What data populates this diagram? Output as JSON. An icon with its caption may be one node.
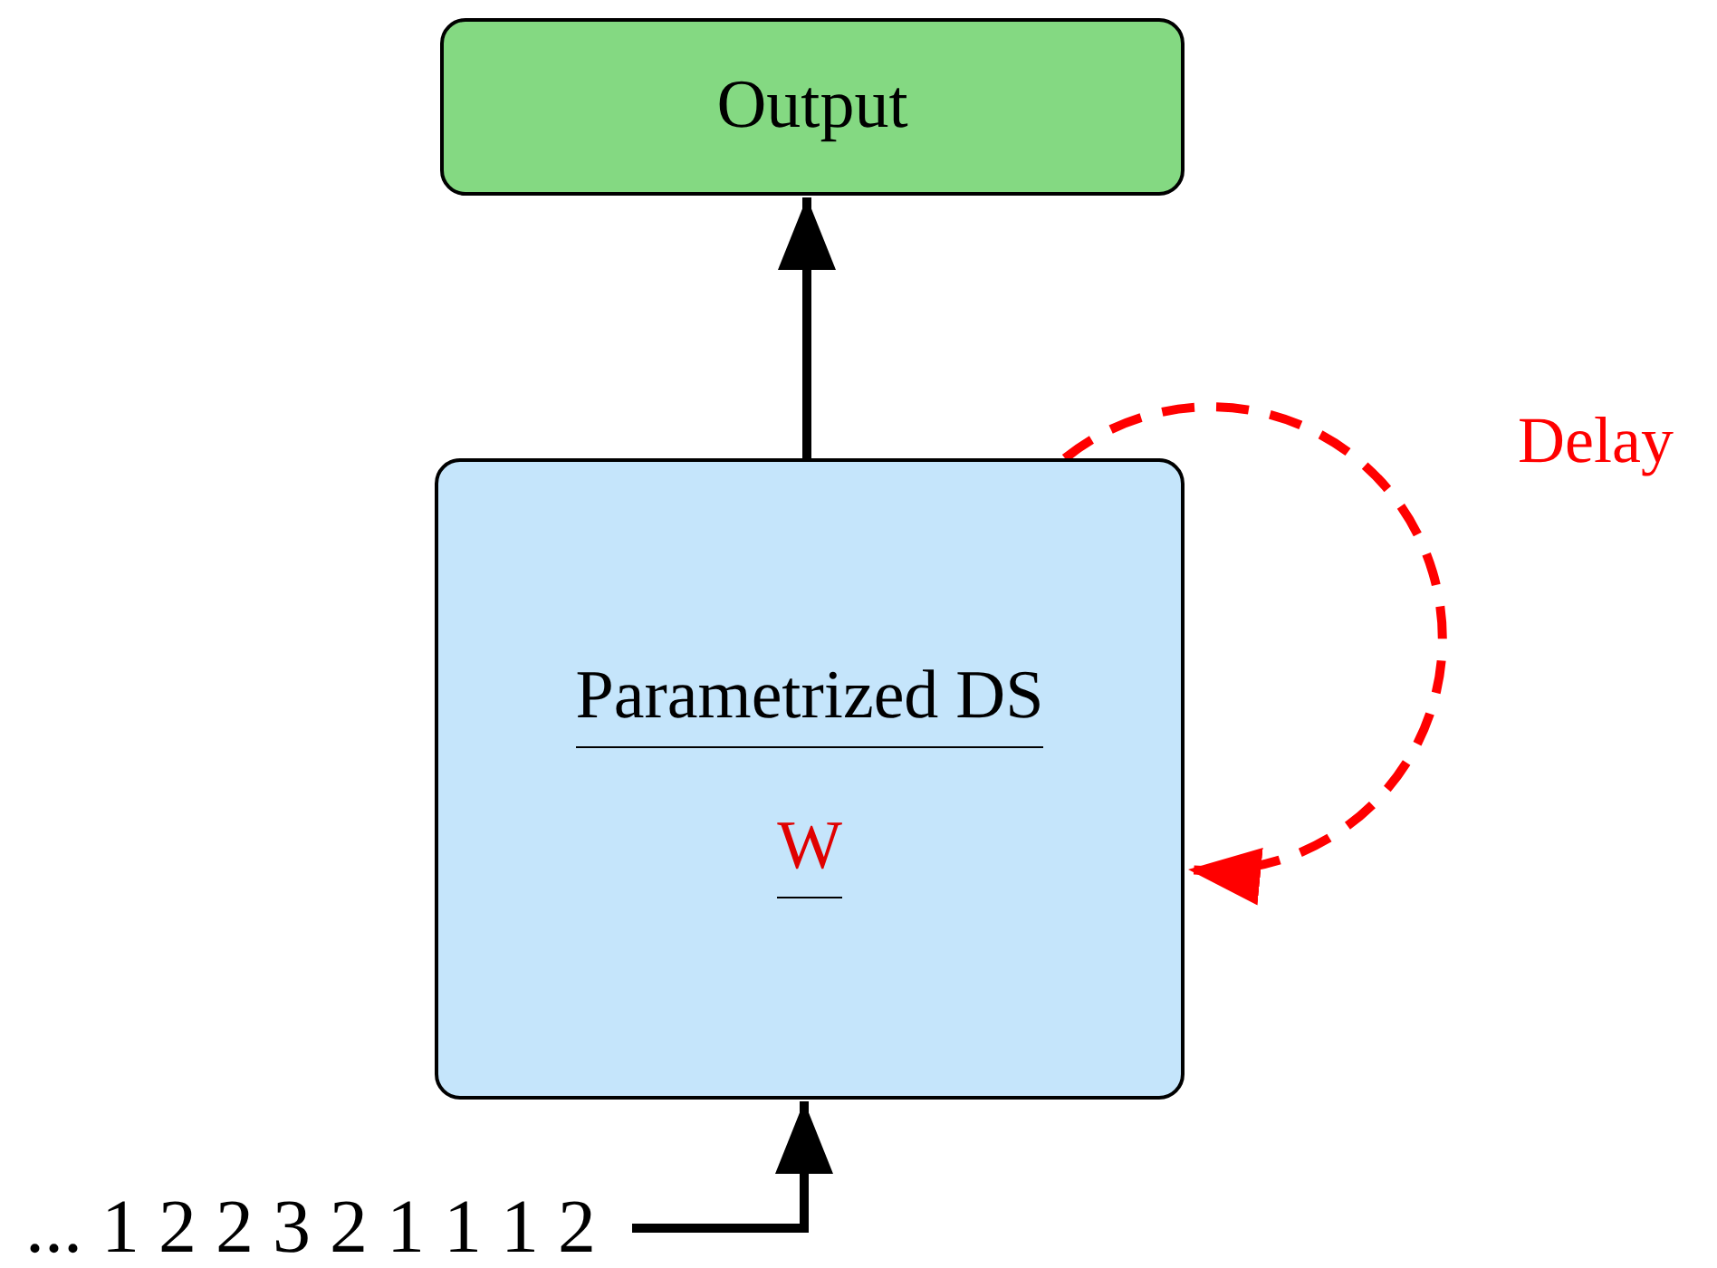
{
  "diagram": {
    "nodes": [
      {
        "text": [
          "Output"
        ]
      },
      {
        "text": [
          "Parametrized DS",
          "W"
        ]
      },
      {
        "text": [
          "... 1 2 2 3 2 1 1 1 2"
        ]
      }
    ],
    "edges": [
      {
        "from": 1,
        "to": 0,
        "arrow": "to"
      },
      {
        "from": 2,
        "to": 1,
        "arrow": "to"
      },
      {
        "from": 1,
        "to": 1,
        "arrow": "to",
        "label": "Delay",
        "style": "dashed",
        "color": "#ff0000"
      }
    ]
  }
}
